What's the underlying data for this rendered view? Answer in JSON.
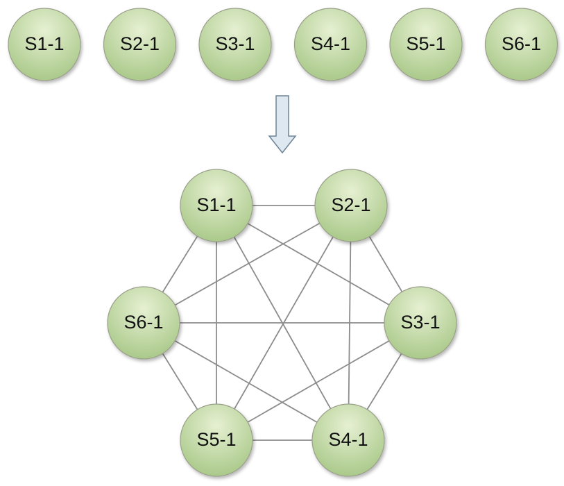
{
  "top_row": {
    "nodes": [
      "S1-1",
      "S2-1",
      "S3-1",
      "S4-1",
      "S5-1",
      "S6-1"
    ]
  },
  "mesh": {
    "nodes": [
      "S1-1",
      "S2-1",
      "S3-1",
      "S4-1",
      "S5-1",
      "S6-1"
    ],
    "edges": [
      [
        "S1-1",
        "S2-1"
      ],
      [
        "S1-1",
        "S3-1"
      ],
      [
        "S1-1",
        "S4-1"
      ],
      [
        "S1-1",
        "S5-1"
      ],
      [
        "S1-1",
        "S6-1"
      ],
      [
        "S2-1",
        "S3-1"
      ],
      [
        "S2-1",
        "S4-1"
      ],
      [
        "S2-1",
        "S5-1"
      ],
      [
        "S2-1",
        "S6-1"
      ],
      [
        "S3-1",
        "S4-1"
      ],
      [
        "S3-1",
        "S5-1"
      ],
      [
        "S3-1",
        "S6-1"
      ],
      [
        "S4-1",
        "S5-1"
      ],
      [
        "S4-1",
        "S6-1"
      ],
      [
        "S5-1",
        "S6-1"
      ]
    ]
  },
  "colors": {
    "node_fill_top": "#e6f0d2",
    "node_fill_bottom": "#aac98a",
    "edge": "#8c8c8c",
    "arrow_fill": "#dde8f0",
    "arrow_stroke": "#6d8396"
  }
}
